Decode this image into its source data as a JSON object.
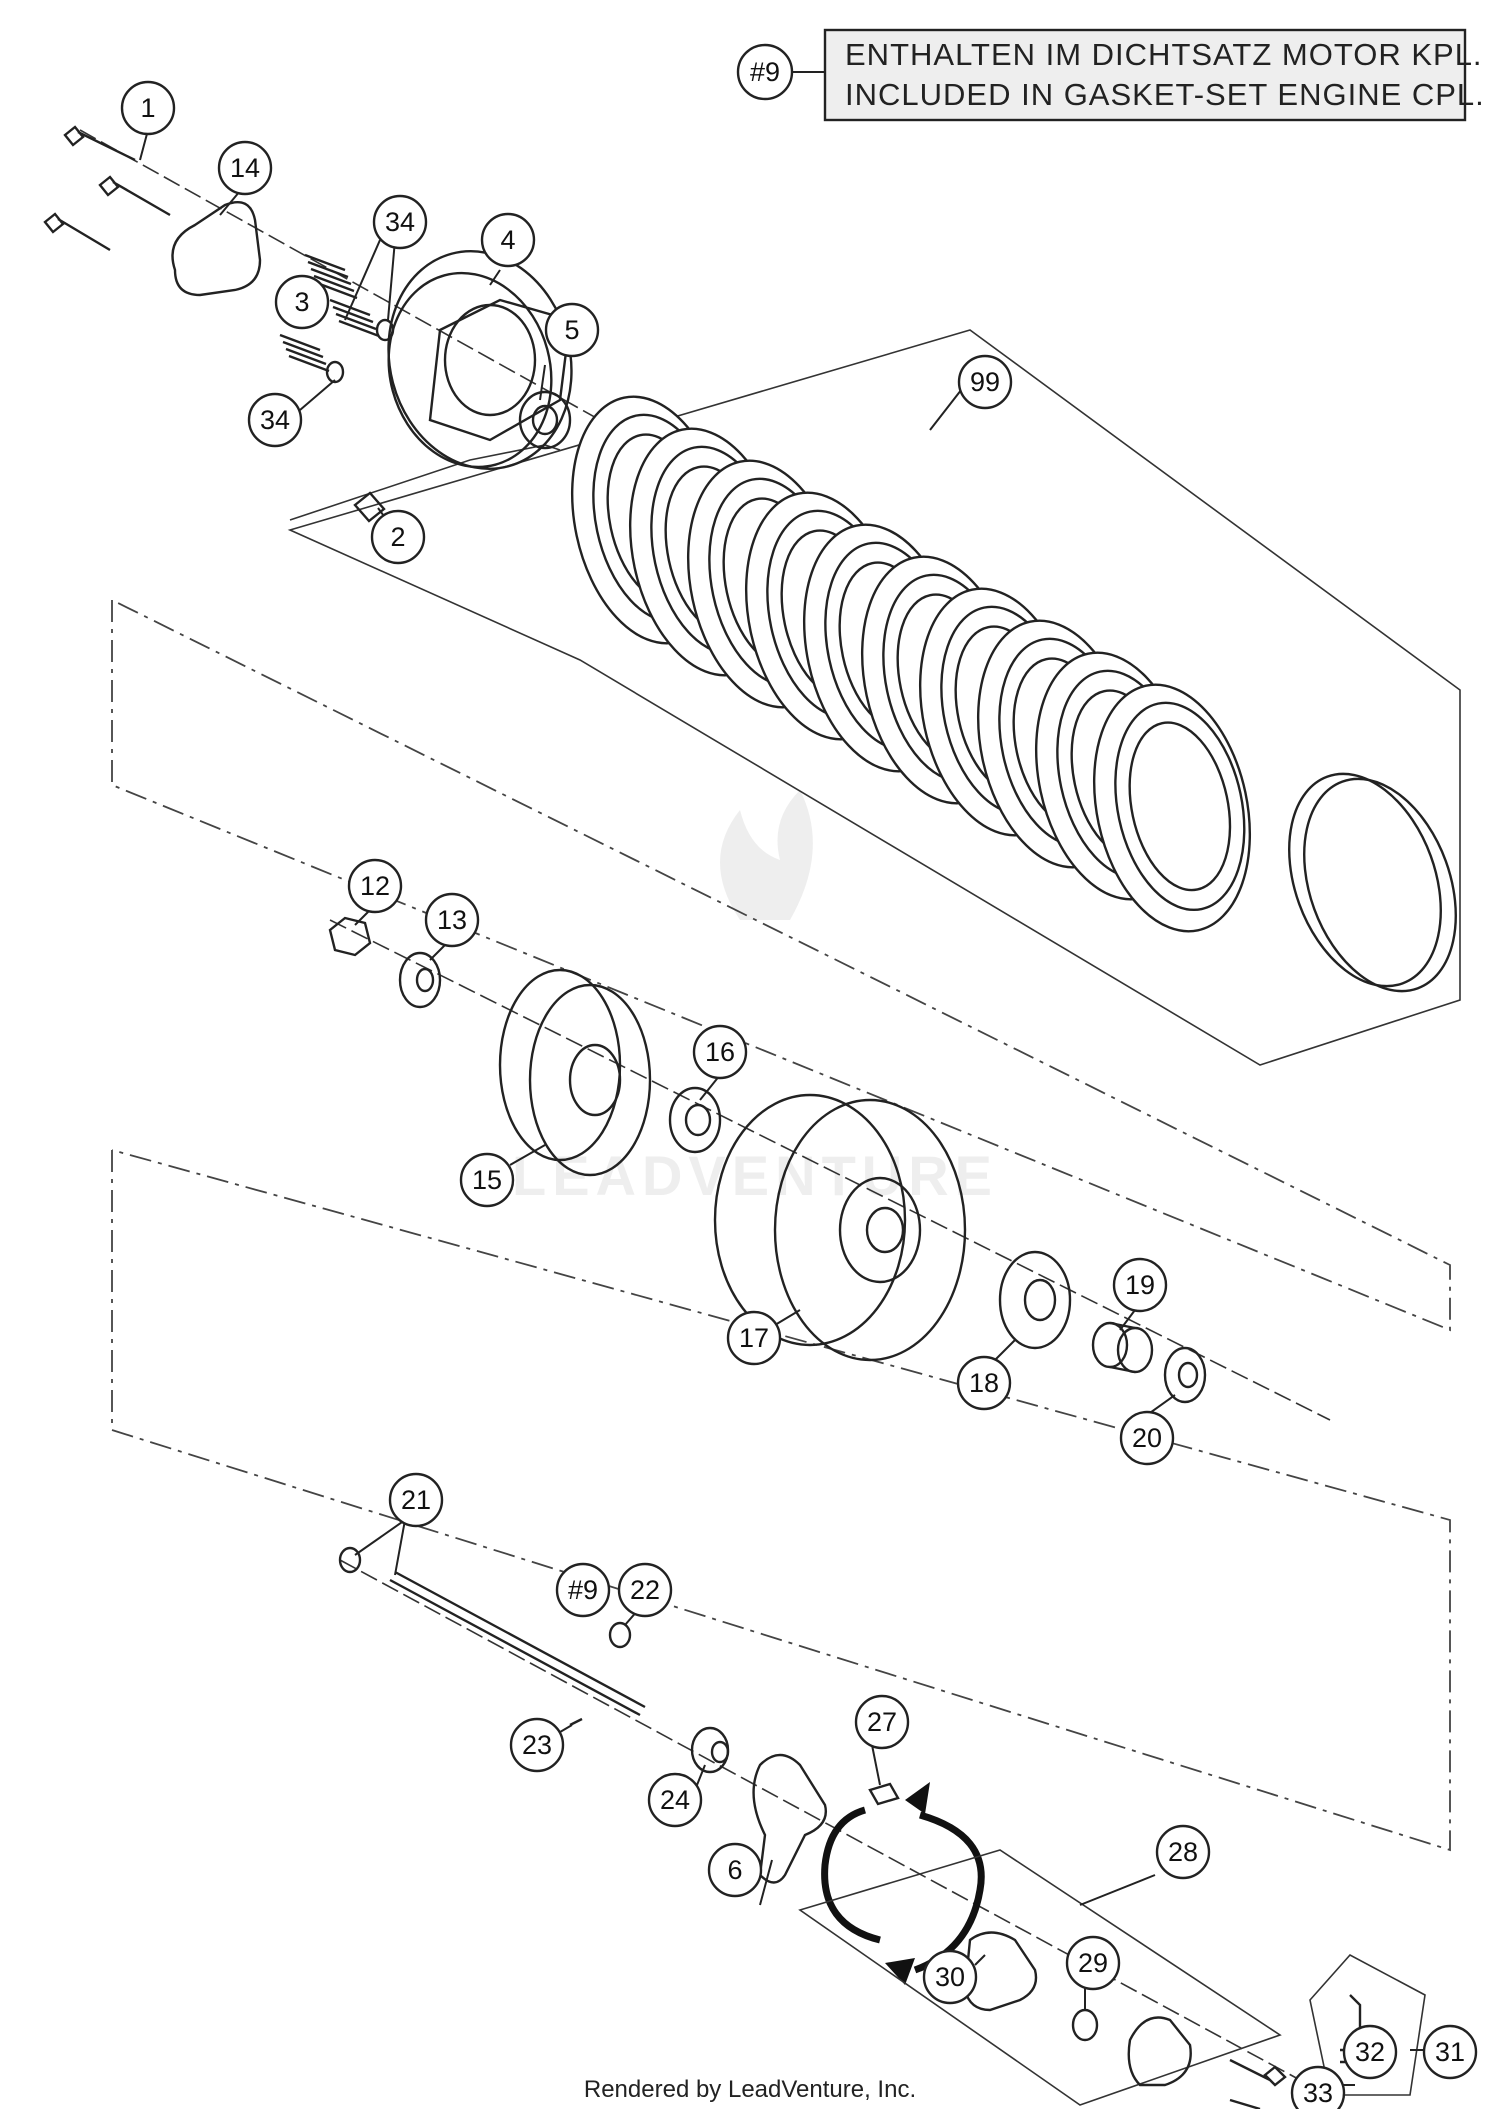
{
  "note": {
    "ref": "#9",
    "line1": "ENTHALTEN IM DICHTSATZ MOTOR KPL.",
    "line2": "INCLUDED IN GASKET-SET ENGINE CPL."
  },
  "callouts": [
    "1",
    "14",
    "34",
    "4",
    "3",
    "5",
    "34",
    "2",
    "99",
    "12",
    "13",
    "16",
    "15",
    "17",
    "19",
    "18",
    "20",
    "21",
    "#9",
    "22",
    "23",
    "24",
    "27",
    "6",
    "28",
    "29",
    "30",
    "33",
    "32",
    "31"
  ],
  "watermark": "LEADVENTURE",
  "footer": "Rendered by LeadVenture, Inc.",
  "colors": {
    "line": "#222222",
    "note_bg": "#eeeeee",
    "watermark": "#dddddd"
  }
}
